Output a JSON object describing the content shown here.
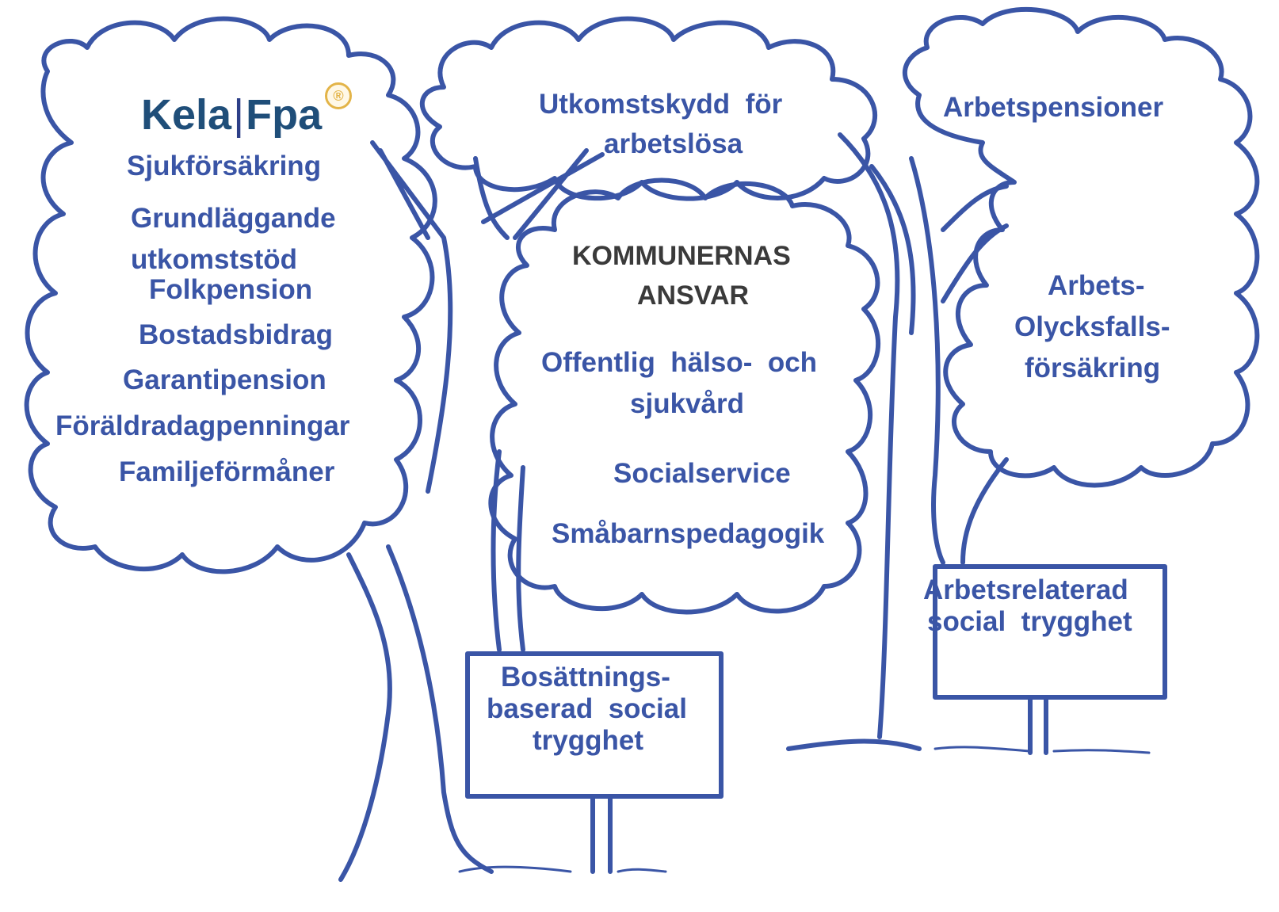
{
  "left_cloud": {
    "logo": {
      "part1": "Kela",
      "separator": "|",
      "part2": "Fpa"
    },
    "items": [
      "Sjukförsäkring",
      "Grundläggande",
      "utkomststöd",
      "Folkpension",
      "Bostadsbidrag",
      "Garantipension",
      "Föräldradagpenningar",
      "Familjeförmåner"
    ]
  },
  "top_middle_cloud": {
    "lines": [
      "Utkomstskydd  för",
      "arbetslösa"
    ]
  },
  "right_cloud": {
    "title": "Arbetspensioner",
    "lines": [
      "Arbets-",
      "Olycksfalls-",
      "försäkring"
    ]
  },
  "center_cloud": {
    "heading": [
      "KOMMUNERNAS",
      "ANSVAR"
    ],
    "lines": [
      "Offentlig  hälso-  och",
      "sjukvård",
      "Socialservice",
      "Småbarnspedagogik"
    ]
  },
  "sign_left": {
    "lines": [
      "Bosättnings-",
      "baserad  social",
      "trygghet"
    ]
  },
  "sign_right": {
    "lines": [
      "Arbetsrelaterad",
      "social  trygghet"
    ]
  },
  "colors": {
    "stroke": "#3a55a6",
    "text": "#3a55a6",
    "logo": "#1f4e79",
    "heading": "#3a3a3a",
    "mark": "#e3b448"
  }
}
